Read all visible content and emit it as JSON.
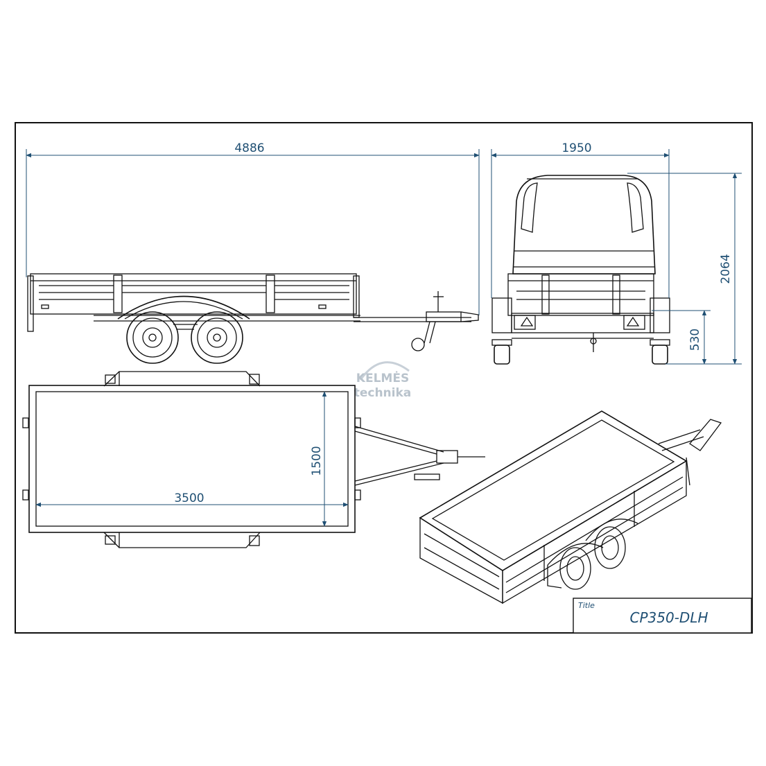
{
  "dimensions": {
    "overall_length": "4886",
    "overall_width": "1950",
    "overall_height": "2064",
    "deck_height": "530",
    "box_length": "3500",
    "box_width": "1500"
  },
  "title_block": {
    "label": "Title",
    "value": "CP350-DLH"
  },
  "watermark": {
    "line1": "KELMĖS",
    "line2": "technika"
  },
  "colors": {
    "dimension": "#1f4f73",
    "line": "#111111",
    "watermark": "#b9c3cc"
  }
}
